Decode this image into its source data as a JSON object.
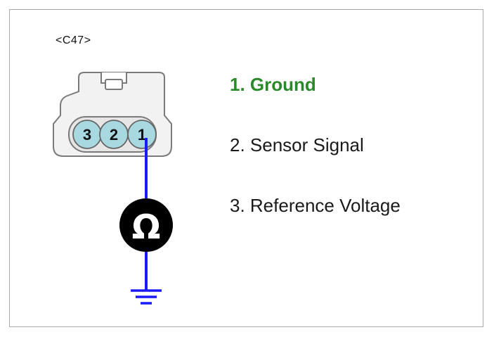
{
  "connector": {
    "id": "<C47>",
    "pins": [
      {
        "number": "3"
      },
      {
        "number": "2"
      },
      {
        "number": "1"
      }
    ]
  },
  "meter": {
    "symbol": "Ω"
  },
  "pin_list": [
    {
      "text": "1. Ground",
      "highlighted": true
    },
    {
      "text": "2. Sensor Signal",
      "highlighted": false
    },
    {
      "text": "3. Reference Voltage",
      "highlighted": false
    }
  ],
  "colors": {
    "wire": "#1a1aff",
    "highlight_text": "#2a8a2a",
    "pin_fill": "#a8d8e0",
    "meter_fill": "#000000"
  },
  "icons": [
    "connector-icon",
    "ohmmeter-icon",
    "ground-icon"
  ]
}
